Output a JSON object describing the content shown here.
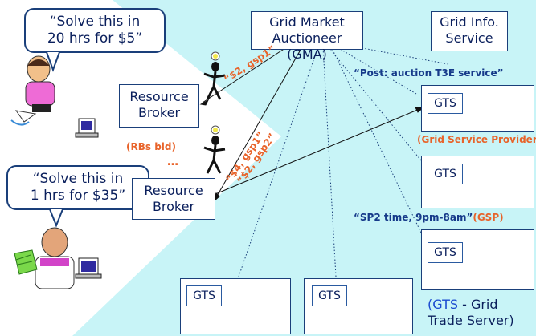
{
  "colors": {
    "background_left": "#ffffff",
    "background_right": "#c8f4f7",
    "box_border": "#1a3f7a",
    "text_navy": "#0a1f5c",
    "accent_orange": "#e8632a",
    "shape_blue": "#2f6fd0",
    "shape_yellow": "#f2f54a",
    "shape_green": "#35d44a"
  },
  "gma": {
    "line1": "Grid Market",
    "line2": "Auctioneer (GMA)"
  },
  "gis": {
    "line1": "Grid Info.",
    "line2": "Service"
  },
  "broker_top": {
    "line1": "Resource",
    "line2": "Broker"
  },
  "broker_bottom": {
    "line1": "Resource",
    "line2": "Broker"
  },
  "user_top_bubble": {
    "line1": "“Solve this in",
    "line2": "20 hrs for $5”"
  },
  "user_bottom_bubble": {
    "line1": "“Solve this in",
    "line2": "1 hrs for $35”"
  },
  "bid_labels": {
    "top": "“$2, gsp1”",
    "mid1": "“$4, gsp1”",
    "mid2": "“$2, gsp2”"
  },
  "rbs_bid": "(RBs bid)",
  "ellipsis": "…",
  "post_auction": "“Post: auction T3E service”",
  "grid_service_provider": "(Grid Service Provider",
  "sp2_time": "“SP2 time, 9pm-8am”",
  "gsp_tag": "(GSP)",
  "gts_label": "GTS",
  "legend": {
    "line1_prefix": "(GTS",
    "line1_suffix": " - Grid",
    "line2": "Trade Server)"
  }
}
